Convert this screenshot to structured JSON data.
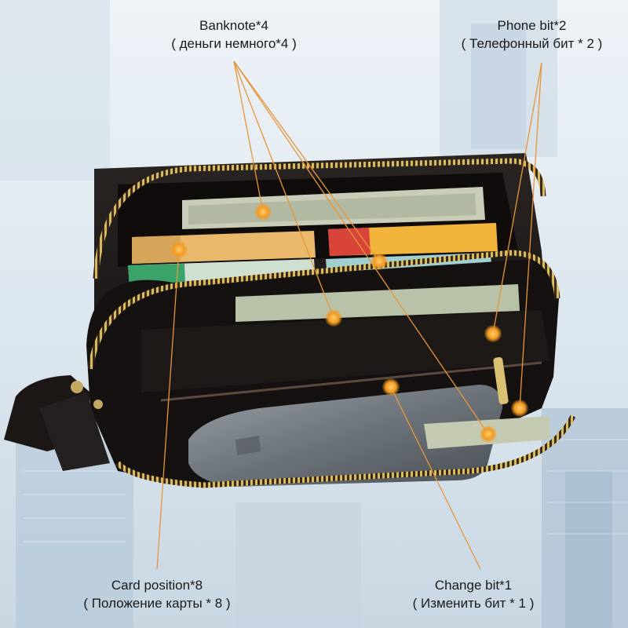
{
  "labels": {
    "banknote": {
      "title": "Banknote*4",
      "subtitle": "( деньги немного*4 )"
    },
    "phone": {
      "title": "Phone bit*2",
      "subtitle": "( Телефонный бит * 2 )"
    },
    "card": {
      "title": "Card position*8",
      "subtitle": "( Положение карты * 8 )"
    },
    "change": {
      "title": "Change bit*1",
      "subtitle": "( Изменить бит * 1 )"
    }
  },
  "colors": {
    "accent_orange": "#f39a22",
    "leader_line": "#e6963a",
    "leather": "#1b1715",
    "zipper": "#c9a94b",
    "background_sky": "#dfe9f1"
  }
}
